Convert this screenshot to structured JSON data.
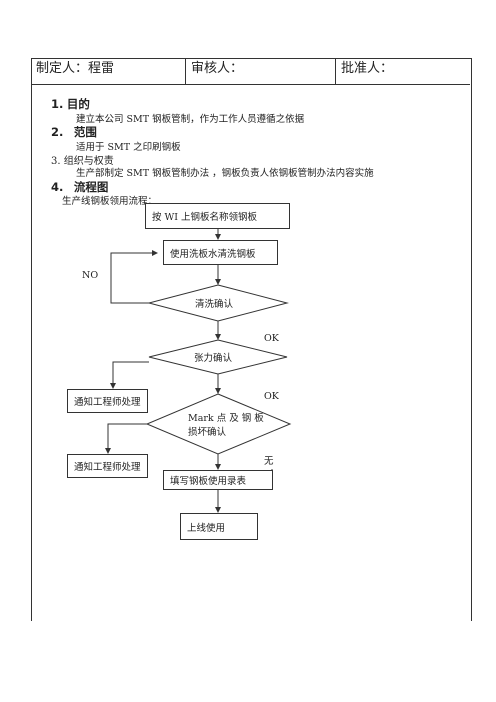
{
  "header": {
    "author": "制定人：程雷",
    "reviewer": "审核人：",
    "approver": "批准人："
  },
  "sections": {
    "s1_num": "1.",
    "s1_title": "目的",
    "s1_text": "建立本公司 SMT 钢板管制，作为工作人员遵循之依据",
    "s2_num": "2.",
    "s2_title": "范围",
    "s2_text": "适用于 SMT 之印刷钢板",
    "s3_title": "3.   组织与权责",
    "s3_text": "生产部制定 SMT 钢板管制办法 ，钢板负责人依钢板管制办法内容实施",
    "s4_num": "4.",
    "s4_title": "流程图",
    "flow_intro": "生产线钢板领用流程："
  },
  "flowchart": {
    "step1": "按 WI 上钢板名称领钢板",
    "step2": "使用洗板水清洗钢板",
    "decision1": "清洗确认",
    "no_label": "NO",
    "ok1_label": "OK",
    "decision2": "张力确认",
    "ok2_label": "OK",
    "notify1": "通知工程师处理",
    "decision3_line1": "Mark  点 及 钢 板",
    "decision3_line2": "损坏确认",
    "notify2": "通知工程师处理",
    "none_label": "无",
    "step_record": "填写钢板使用录表",
    "step_online": "上线使用"
  }
}
